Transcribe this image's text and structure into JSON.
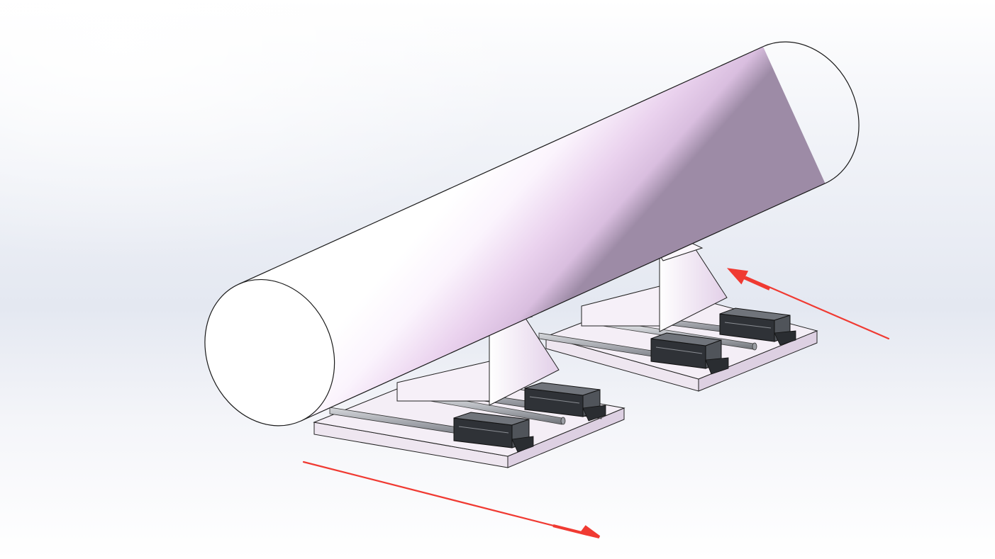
{
  "view": {
    "type": "cad-isometric-view",
    "background": "gradient"
  },
  "model": {
    "components": [
      {
        "name": "cylindrical-workpiece",
        "color": "#e9d5ee"
      },
      {
        "name": "v-block-support",
        "count": 2,
        "color": "#e7d7ec"
      },
      {
        "name": "base-plate",
        "count": 2,
        "color": "#f3ecf5"
      },
      {
        "name": "linear-guide-rail",
        "count": 4,
        "color": "#8c8f96"
      },
      {
        "name": "linear-guide-carriage",
        "count": 4,
        "color": "#3a3d42"
      },
      {
        "name": "guide-shaft",
        "count": 2,
        "color": "#b9bcc2"
      }
    ]
  },
  "annotations": {
    "arrows": [
      {
        "name": "motion-arrow-front",
        "direction": "down-right",
        "color": "#f03a32"
      },
      {
        "name": "motion-arrow-rear",
        "direction": "up-left",
        "color": "#f03a32"
      }
    ]
  }
}
